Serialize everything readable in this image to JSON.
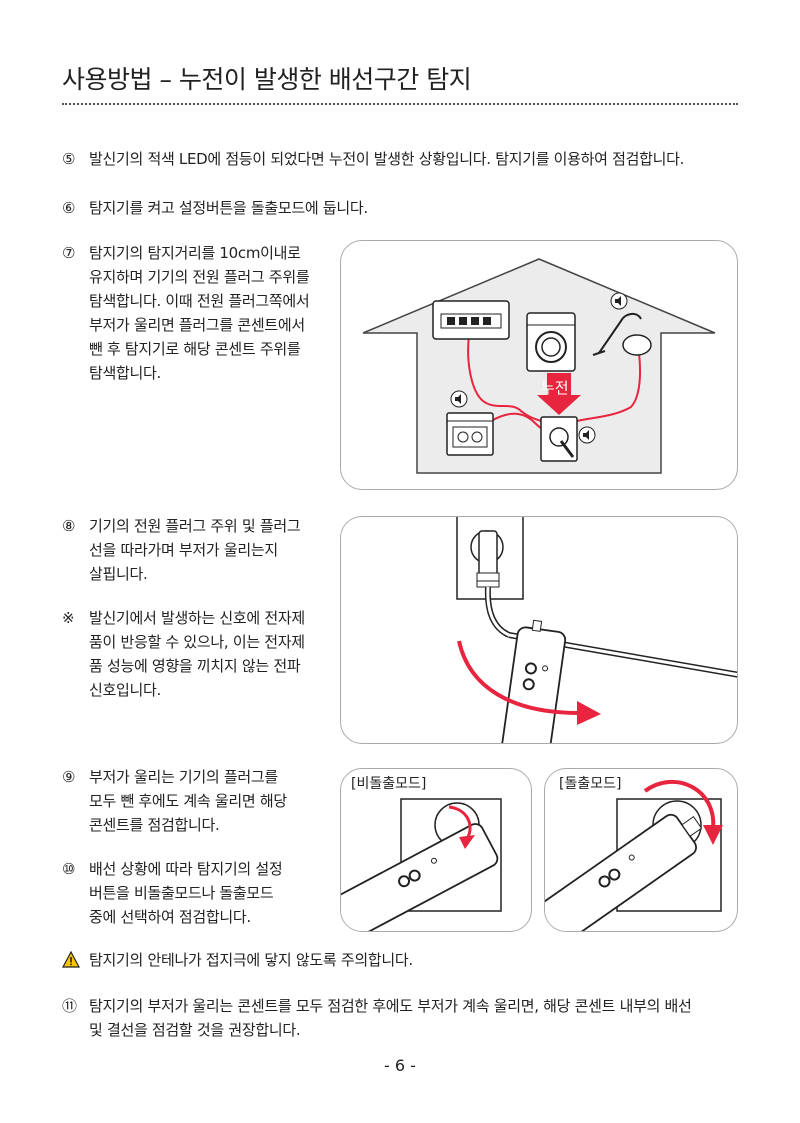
{
  "page": {
    "title": "사용방법 – 누전이 발생한 배선구간 탐지",
    "page_number": "- 6 -"
  },
  "steps": {
    "s5": {
      "marker": "⑤",
      "text": "발신기의 적색 LED에 점등이 되었다면 누전이 발생한 상황입니다. 탐지기를 이용하여 점검합니다."
    },
    "s6": {
      "marker": "⑥",
      "text": "탐지기를 켜고 설정버튼을 돌출모드에 둡니다."
    },
    "s7": {
      "marker": "⑦",
      "lines": [
        "탐지기의 탐지거리를 10cm이내로",
        "유지하며 기기의 전원 플러그 주위를",
        "탐색합니다. 이때 전원 플러그쪽에서",
        "부저가 울리면 플러그를 콘센트에서",
        "뺀 후 탐지기로 해당 콘센트 주위를",
        "탐색합니다."
      ]
    },
    "s8": {
      "marker": "⑧",
      "lines": [
        "기기의 전원 플러그 주위 및 플러그",
        "선을 따라가며 부저가 울리는지",
        "살핍니다."
      ]
    },
    "note": {
      "marker": "※",
      "lines": [
        "발신기에서 발생하는 신호에 전자제",
        "품이 반응할 수 있으나, 이는 전자제",
        "품 성능에 영향을 끼치지 않는 전파",
        "신호입니다."
      ]
    },
    "s9": {
      "marker": "⑨",
      "lines": [
        "부저가 울리는 기기의 플러그를",
        "모두 뺀 후에도 계속 울리면 해당",
        "콘센트를 점검합니다."
      ]
    },
    "s10": {
      "marker": "⑩",
      "lines": [
        "배선 상황에 따라 탐지기의 설정",
        "버튼을 비돌출모드나 돌출모드",
        "중에 선택하여 점검합니다."
      ]
    },
    "warning": {
      "marker": "⚠",
      "text": "탐지기의 안테나가 접지극에 닿지 않도록 주의합니다."
    },
    "s11": {
      "marker": "⑪",
      "lines": [
        "탐지기의 부저가 울리는 콘센트를 모두 점검한 후에도 부저가 계속 울리면, 해당 콘센트 내부의 배선",
        "및 결선을 점검할 것을 권장합니다."
      ]
    }
  },
  "figures": {
    "house": {
      "leak_label": "누전"
    },
    "mode_non_protruding": {
      "label": "[비돌출모드]"
    },
    "mode_protruding": {
      "label": "[돌출모드]"
    }
  },
  "colors": {
    "accent_red": "#e8253f",
    "outline": "#222222",
    "panel_border": "#aaaaaa",
    "house_fill": "#ececec"
  },
  "icons": [
    "speaker-icon",
    "warning-icon"
  ]
}
